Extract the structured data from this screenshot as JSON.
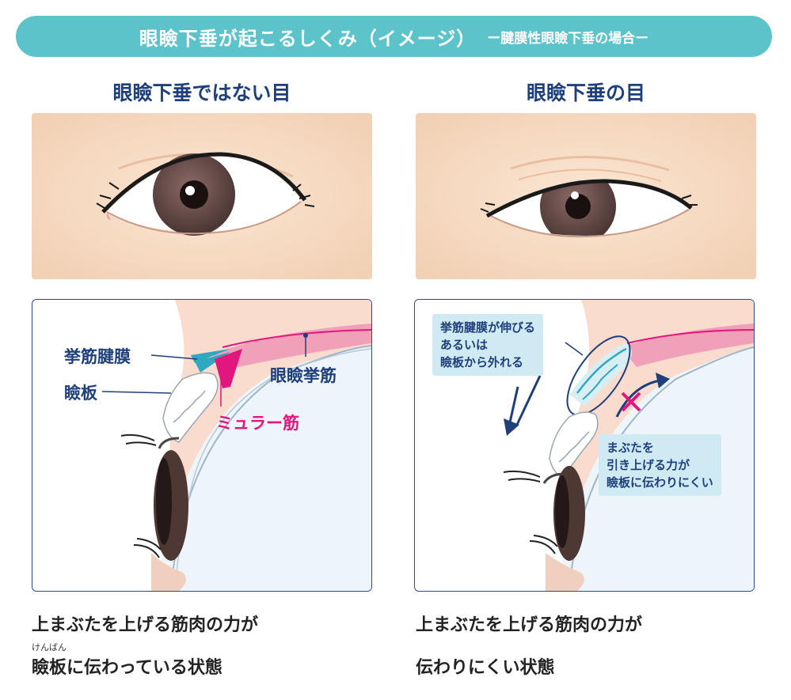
{
  "banner": {
    "title": "眼瞼下垂が起こるしくみ（イメージ）",
    "subtitle": "ー腱膜性眼瞼下垂の場合ー"
  },
  "left": {
    "heading": "眼瞼下垂ではない目",
    "labels": {
      "levator_aponeurosis": "挙筋腱膜",
      "tarsus": "瞼板",
      "levator_muscle": "眼瞼挙筋",
      "muller_muscle": "ミュラー筋"
    },
    "caption_line1": "上まぶたを上げる筋肉の力が",
    "caption_ruby": "けんばん",
    "caption_line2": "瞼板に伝わっている状態"
  },
  "right": {
    "heading": "眼瞼下垂の目",
    "note_top": "挙筋腱膜が伸びる\nあるいは\n瞼板から外れる",
    "note_bottom": "まぶたを\n引き上げる力が\n瞼板に伝わりにくい",
    "caption_line1": "上まぶたを上げる筋肉の力が",
    "caption_line2": "伝わりにくい状態"
  },
  "colors": {
    "banner": "#5cc3cb",
    "heading": "#1f3f7a",
    "pink": "#e2167f",
    "note_bg": "#cfeaf2",
    "skin": "#f7dcc4"
  }
}
